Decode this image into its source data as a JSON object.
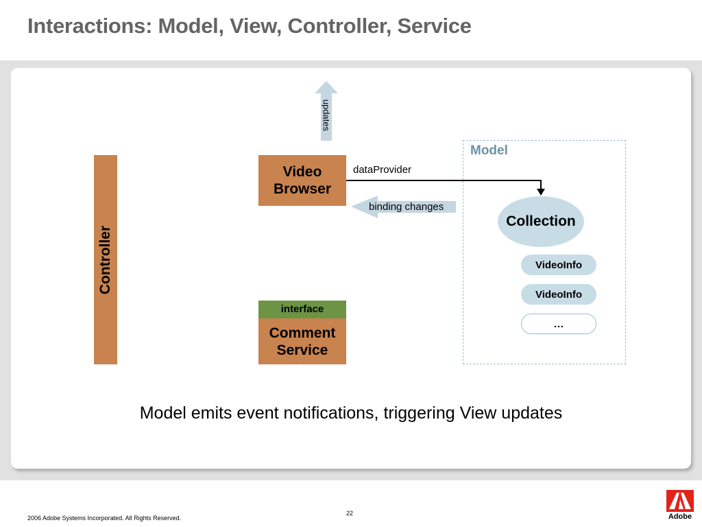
{
  "slide": {
    "title": "Interactions: Model, View, Controller, Service",
    "caption": "Model emits event notifications, triggering View updates",
    "page_number": "22",
    "copyright": "2006 Adobe Systems Incorporated.  All Rights Reserved.",
    "logo_text": "Adobe"
  },
  "diagram": {
    "controller": "Controller",
    "video_browser": "Video Browser",
    "interface": "interface",
    "comment_service": "Comment Service",
    "model": "Model",
    "collection": "Collection",
    "items": [
      "VideoInfo",
      "VideoInfo",
      "…"
    ],
    "data_provider": "dataProvider",
    "binding_changes": "binding changes",
    "updates": "updates"
  },
  "colors": {
    "title": "#646464",
    "box_orange": "#c8834f",
    "interface_green": "#6c9444",
    "model_blue": "#6c93a6",
    "light_blue": "#c8dce6",
    "arrow_blue": "#c4d6e1"
  }
}
